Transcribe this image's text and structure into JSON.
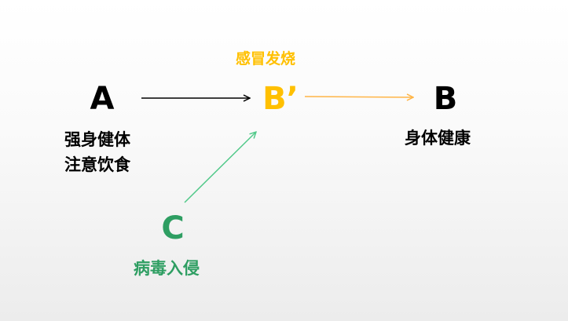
{
  "nodes": {
    "a": {
      "letter": "A",
      "label_line1": "强身健体",
      "label_line2": "注意饮食"
    },
    "b_prime": {
      "letter": "B’",
      "label": "感冒发烧"
    },
    "b": {
      "letter": "B",
      "label": "身体健康"
    },
    "c": {
      "letter": "C",
      "label": "病毒入侵"
    }
  },
  "colors": {
    "black": "#000000",
    "orange": "#FFC000",
    "orange_arrow": "#FFB547",
    "green": "#2E9E62",
    "green_arrow": "#52C98A"
  }
}
